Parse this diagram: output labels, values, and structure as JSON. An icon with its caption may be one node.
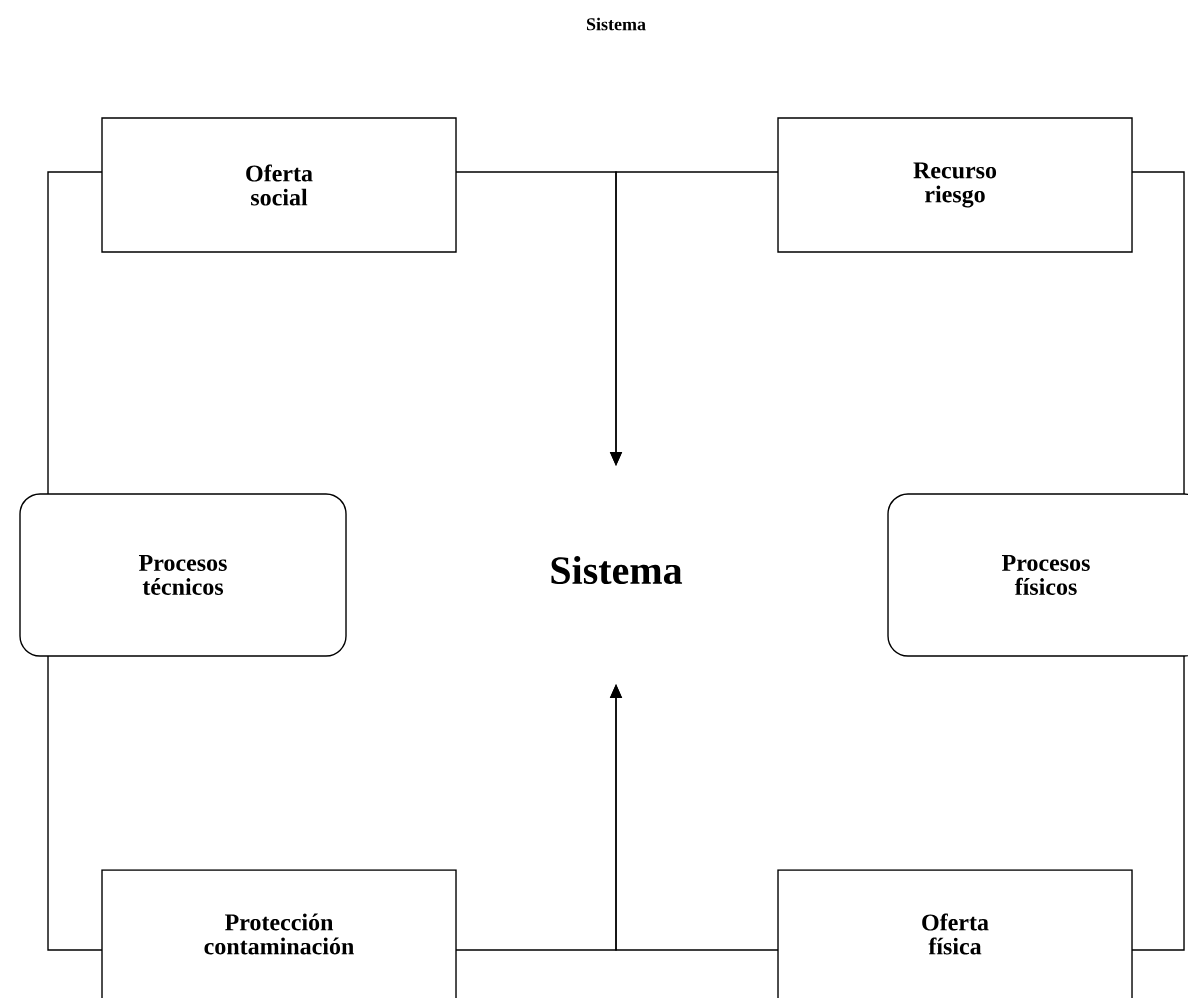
{
  "diagram": {
    "title": "Sistema",
    "nodes": [
      {
        "text": [
          "Oferta social"
        ]
      },
      {
        "text": [
          "Recurso riesgo"
        ]
      },
      {
        "text": [
          "Procesos técnicos"
        ]
      },
      {
        "text": [
          "Sistema"
        ]
      },
      {
        "text": [
          "Procesos físicos"
        ]
      },
      {
        "text": [
          "Protección contaminación"
        ]
      },
      {
        "text": [
          "Oferta física"
        ]
      }
    ],
    "edges": [
      {
        "from": 0,
        "to": 3,
        "arrow": "to"
      },
      {
        "from": 1,
        "to": 3,
        "arrow": "to"
      },
      {
        "from": 0,
        "to": 2,
        "arrow": "none"
      },
      {
        "from": 2,
        "to": 5,
        "arrow": "none"
      },
      {
        "from": 1,
        "to": 4,
        "arrow": "none"
      },
      {
        "from": 4,
        "to": 6,
        "arrow": "none"
      },
      {
        "from": 5,
        "to": 3,
        "arrow": "to"
      },
      {
        "from": 6,
        "to": 3,
        "arrow": "to"
      }
    ]
  }
}
